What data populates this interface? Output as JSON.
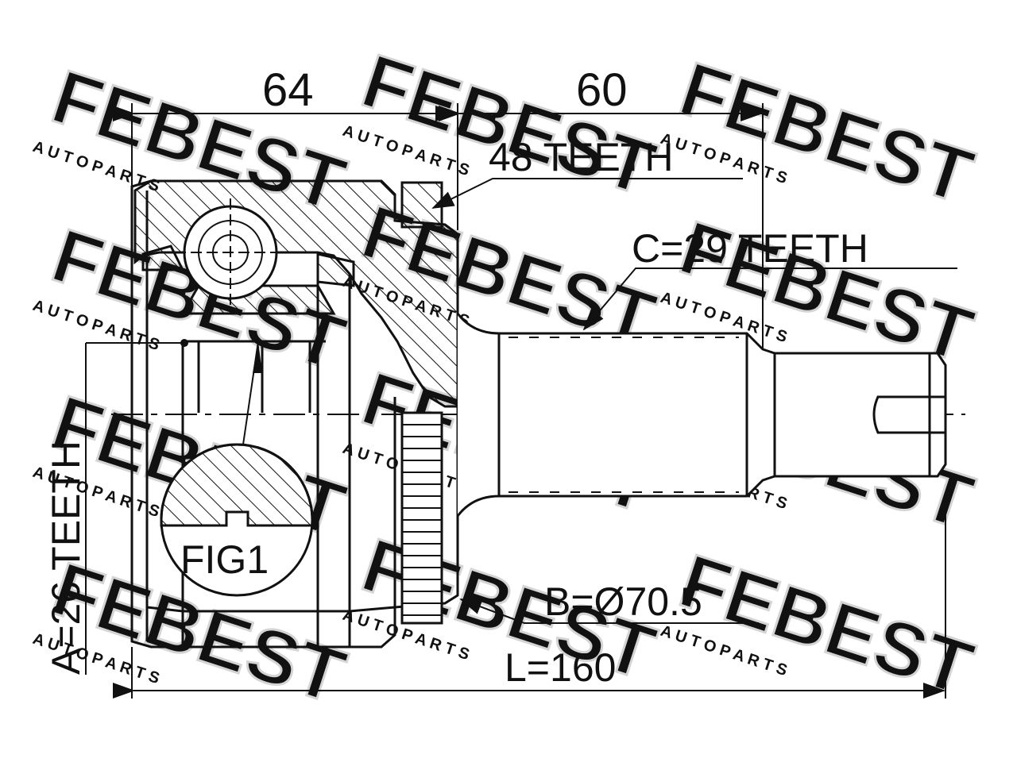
{
  "dimensions": {
    "housing_length": "64",
    "stub_length": "60",
    "total_length": "L=160",
    "abs_teeth": "48 TEETH",
    "outer_spline": "C=29 TEETH",
    "inner_spline": "A=26 TEETH",
    "seal_diameter": "B=Ø70.5"
  },
  "detail_label": "FIG1",
  "watermark": {
    "brand": "FEBEST",
    "tagline": "A U T O   P A R T S"
  },
  "colors": {
    "line": "#111111",
    "watermark": "#d6d6d6"
  }
}
